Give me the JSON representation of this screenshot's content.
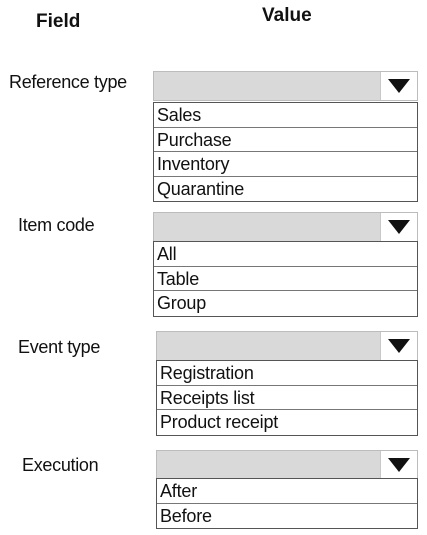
{
  "header": {
    "field": "Field",
    "value": "Value"
  },
  "fields": [
    {
      "label": "Reference type",
      "options": [
        "Sales",
        "Purchase",
        "Inventory",
        "Quarantine"
      ]
    },
    {
      "label": "Item code",
      "options": [
        "All",
        "Table",
        "Group"
      ]
    },
    {
      "label": "Event type",
      "options": [
        "Registration",
        "Receipts list",
        "Product receipt"
      ]
    },
    {
      "label": "Execution",
      "options": [
        "After",
        "Before"
      ]
    }
  ]
}
